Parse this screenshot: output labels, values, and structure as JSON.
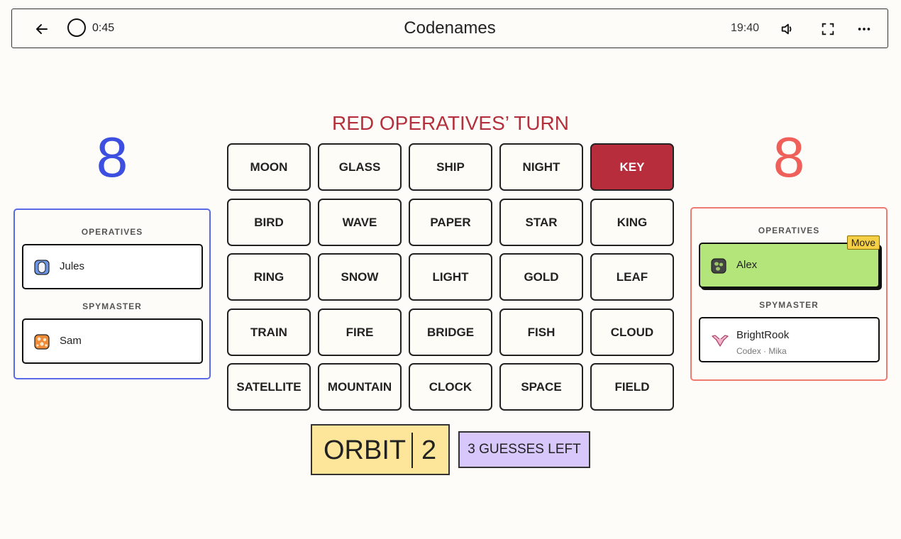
{
  "header": {
    "title": "Codenames",
    "timer": "0:45",
    "clock": "19:40",
    "icons": [
      "back-arrow-icon",
      "timer-icon",
      "volume-icon",
      "fullscreen-icon",
      "more-icon"
    ]
  },
  "turn_banner": "RED OPERATIVES’ TURN",
  "blue_team": {
    "score": "8",
    "operatives_label": "OPERATIVES",
    "operatives": [
      {
        "name": "Jules"
      }
    ],
    "spymaster_label": "SPYMASTER",
    "spymaster": {
      "name": "Sam"
    },
    "color": "#3c4fe0"
  },
  "red_team": {
    "score": "8",
    "operatives_label": "OPERATIVES",
    "operatives": [
      {
        "name": "Alex",
        "badge": "Move"
      }
    ],
    "spymaster_label": "SPYMASTER",
    "spymaster": {
      "name": "BrightRook",
      "subtitle": "Codex · Mika"
    },
    "color": "#f0605a"
  },
  "board": {
    "rows": [
      [
        "MOON",
        "GLASS",
        "SHIP",
        "NIGHT",
        "KEY"
      ],
      [
        "BIRD",
        "WAVE",
        "PAPER",
        "STAR",
        "KING"
      ],
      [
        "RING",
        "SNOW",
        "LIGHT",
        "GOLD",
        "LEAF"
      ],
      [
        "TRAIN",
        "FIRE",
        "BRIDGE",
        "FISH",
        "CLOUD"
      ],
      [
        "SATELLITE",
        "MOUNTAIN",
        "CLOCK",
        "SPACE",
        "FIELD"
      ]
    ],
    "revealed": {
      "KEY": "red"
    }
  },
  "clue": {
    "word": "ORBIT",
    "number": "2"
  },
  "guesses_left": "3 GUESSES LEFT"
}
